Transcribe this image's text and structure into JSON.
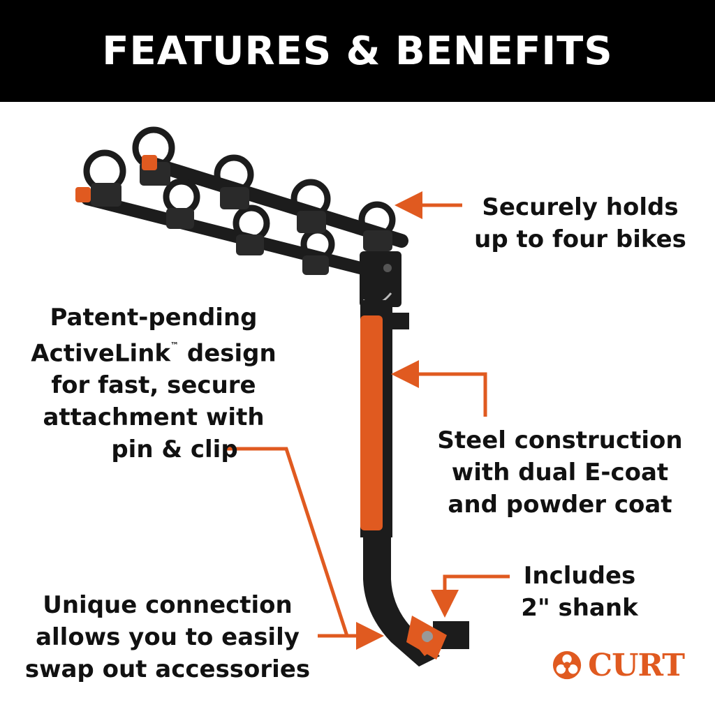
{
  "header": {
    "title": "FEATURES & BENEFITS"
  },
  "callouts": {
    "bikes": {
      "line1": "Securely holds",
      "line2": "up to four bikes"
    },
    "activelink": {
      "line1": "Patent-pending",
      "line2_prefix": "ActiveLink",
      "line2_tm": "™",
      "line2_suffix": " design",
      "line3": "for fast, secure",
      "line4": "attachment with",
      "line5": "pin & clip"
    },
    "steel": {
      "line1": "Steel construction",
      "line2": "with dual E-coat",
      "line3": "and powder coat"
    },
    "shank": {
      "line1": "Includes",
      "line2": "2\" shank"
    },
    "connection": {
      "line1": "Unique connection",
      "line2": "allows you to easily",
      "line3": "swap out accessories"
    }
  },
  "brand": {
    "name": "CURT",
    "logo_icon": "curt-emblem-icon"
  },
  "colors": {
    "accent": "#e05a20",
    "rack_body": "#1c1c1c",
    "rack_highlight": "#3a3a3a",
    "header_bg": "#000000",
    "header_text": "#ffffff"
  }
}
